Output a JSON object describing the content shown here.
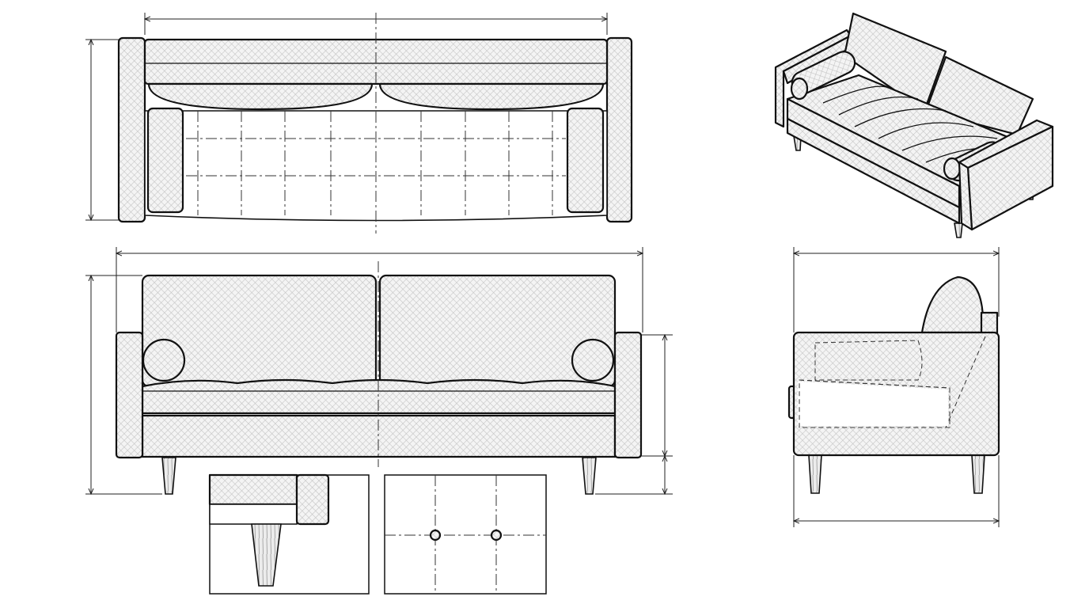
{
  "drawing": {
    "views": [
      "top",
      "isometric",
      "front",
      "side",
      "detail-leg",
      "detail-tufting"
    ],
    "colors": {
      "line": "#111111",
      "background": "#ffffff",
      "hatch": "#cfcfcf"
    }
  }
}
